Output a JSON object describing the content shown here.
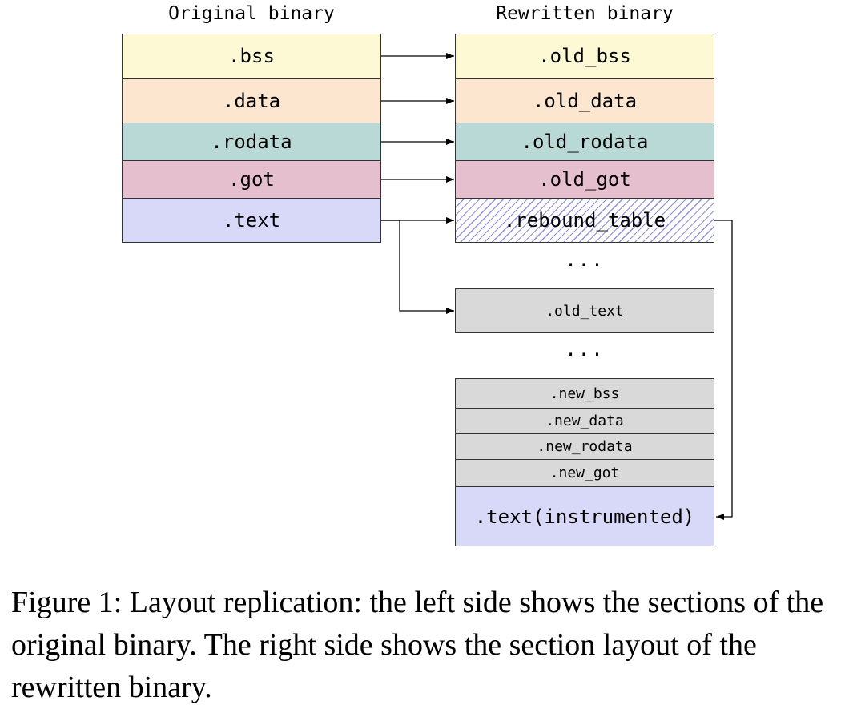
{
  "headers": {
    "original": "Original binary",
    "rewritten": "Rewritten binary"
  },
  "original_sections": [
    {
      "label": ".bss",
      "color": "#fdf9d4"
    },
    {
      "label": ".data",
      "color": "#fce6cf"
    },
    {
      "label": ".rodata",
      "color": "#b8d9d6"
    },
    {
      "label": ".got",
      "color": "#e6bfcf"
    },
    {
      "label": ".text",
      "color": "#d8d8f9"
    }
  ],
  "rewritten_sections": {
    "old_bss": ".old_bss",
    "old_data": ".old_data",
    "old_rodata": ".old_rodata",
    "old_got": ".old_got",
    "rebound_table": ".rebound_table",
    "old_text": ".old_text",
    "new_bss": ".new_bss",
    "new_data": ".new_data",
    "new_rodata": ".new_rodata",
    "new_got": ".new_got",
    "text_instrumented": ".text(instrumented)"
  },
  "ellipsis": "...",
  "colors": {
    "bss": "#fdf9d4",
    "data": "#fce6cf",
    "rodata": "#b8d9d6",
    "got": "#e6bfcf",
    "text": "#d8d8f9",
    "gray": "#d9d9d9",
    "hatch": "#8f8fe0"
  },
  "caption": "Figure 1: Layout replication: the left side shows the sections of the original binary. The right side shows the section layout of the rewritten binary."
}
